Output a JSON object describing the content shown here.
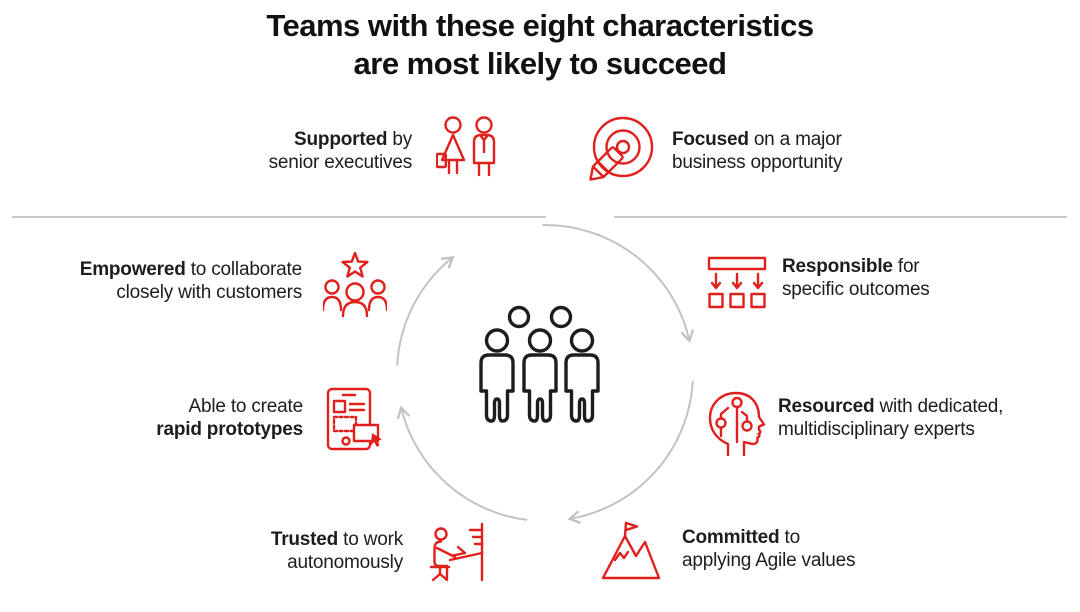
{
  "title": {
    "line1": "Teams with these eight characteristics",
    "line2": "are most likely to succeed"
  },
  "items": [
    {
      "name": "supported",
      "l1b": "Supported",
      "l1r": " by",
      "l2b": "",
      "l2r": "senior executives",
      "icon": "executives-icon"
    },
    {
      "name": "focused",
      "l1b": "Focused",
      "l1r": " on a major",
      "l2b": "",
      "l2r": "business opportunity",
      "icon": "target-icon"
    },
    {
      "name": "empowered",
      "l1b": "Empowered",
      "l1r": " to collaborate",
      "l2b": "",
      "l2r": "closely with customers",
      "icon": "customer-group-star-icon"
    },
    {
      "name": "responsible",
      "l1b": "Responsible",
      "l1r": " for",
      "l2b": "",
      "l2r": "specific outcomes",
      "icon": "outcomes-flow-icon"
    },
    {
      "name": "rapid-prototypes",
      "l1b": "",
      "l1r": "Able to create",
      "l2b": "rapid prototypes",
      "l2r": "",
      "icon": "prototype-phone-icon"
    },
    {
      "name": "resourced",
      "l1b": "Resourced",
      "l1r": " with dedicated,",
      "l2b": "",
      "l2r": "multidisciplinary experts",
      "icon": "expert-head-circuit-icon"
    },
    {
      "name": "trusted",
      "l1b": "Trusted",
      "l1r": " to work",
      "l2b": "",
      "l2r": "autonomously",
      "icon": "autonomous-work-icon"
    },
    {
      "name": "committed",
      "l1b": "Committed",
      "l1r": " to",
      "l2b": "",
      "l2r": "applying Agile values",
      "icon": "mountain-flag-icon"
    }
  ],
  "center": {
    "team_icon": "team-icon",
    "arrows": "cycle-arrows-icon"
  },
  "colors": {
    "accent_red": "#e0201c",
    "ink": "#1d1d1d",
    "arc_gray": "#c2c2c2",
    "divider_gray": "#c9c9c9"
  }
}
